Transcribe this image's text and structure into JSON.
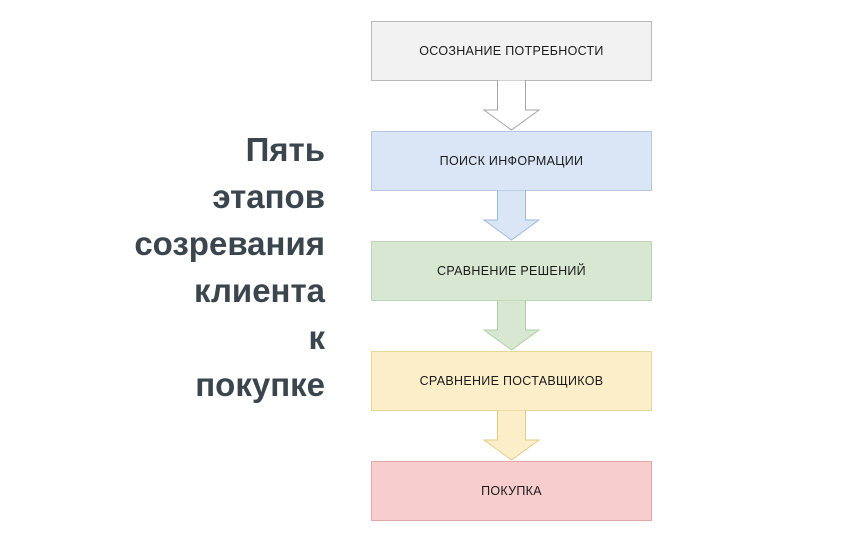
{
  "diagram": {
    "heading": "Пять\nэтапов\nсозревания\nклиента\nк\nпокупке",
    "heading_color": "#3a454d",
    "steps": [
      {
        "label": "Осознание потребности",
        "fill": "#f2f2f2",
        "border": "#b8b8b8",
        "arrow_fill": "#ffffff",
        "arrow_stroke": "#a6a6a6"
      },
      {
        "label": "Поиск информации",
        "fill": "#dae5f5",
        "border": "#b6c9e4",
        "arrow_fill": "#dae5f5",
        "arrow_stroke": "#9db9dd"
      },
      {
        "label": "Сравнение решений",
        "fill": "#d7e7d2",
        "border": "#bcd6b4",
        "arrow_fill": "#d7e7d2",
        "arrow_stroke": "#aecfa4"
      },
      {
        "label": "Сравнение поставщиков",
        "fill": "#fceec9",
        "border": "#e8d79a",
        "arrow_fill": "#fceec9",
        "arrow_stroke": "#e3cb86"
      },
      {
        "label": "Покупка",
        "fill": "#f7cdcd",
        "border": "#e3a8a8",
        "arrow_fill": "#f7cdcd",
        "arrow_stroke": "#dd9c9c"
      }
    ]
  }
}
